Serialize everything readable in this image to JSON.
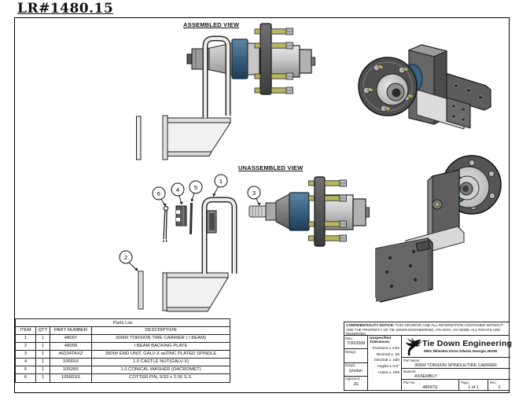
{
  "page": {
    "title": "LR#1480.15"
  },
  "views": {
    "assembled_label": "ASSEMBLED VIEW",
    "unassembled_label": "UNASSEMBLED VIEW"
  },
  "balloons": {
    "b1": "1",
    "b2": "2",
    "b3": "3",
    "b4": "4",
    "b5": "5",
    "b6": "6"
  },
  "parts_list": {
    "title": "Parts List",
    "columns": [
      "ITEM",
      "QTY",
      "PART NUMBER",
      "DESCRIPTION"
    ],
    "rows": [
      {
        "item": "1",
        "qty": "1",
        "part_number": "48097",
        "description": "3000# TORSION TIRE CARRIER ( I BEAM)"
      },
      {
        "item": "2",
        "qty": "1",
        "part_number": "48099",
        "description": "I BEAM BACKING PLATE"
      },
      {
        "item": "3",
        "qty": "1",
        "part_number": "46234TAXZ",
        "description": "3000# END UNIT, GALV-X w/ZINC PLATED SPINDLE"
      },
      {
        "item": "4",
        "qty": "1",
        "part_number": "10665X",
        "description": "1.0 CASTLE NUT(GALV-X)"
      },
      {
        "item": "5",
        "qty": "1",
        "part_number": "10528X",
        "description": "1.0 CONICAL WASHER (DACROMET)"
      },
      {
        "item": "6",
        "qty": "1",
        "part_number": "10560SS",
        "description": "COTTER PIN, 5/32 x 2.00 S.S."
      }
    ]
  },
  "title_block": {
    "notice_bold": "CONFIDENTIALITY NOTICE:",
    "notice_text": " THIS DRAWING AND ALL INFORMATION CONTAINED WITHIN IT ARE THE PROPERTY OF TIE DOWN ENGINEERING, ATLANTA, GA 30336.  ALL RIGHTS ARE RESERVED.",
    "date_label": "Date:",
    "date_value": "7/30/2008",
    "design_label": "Design:",
    "design_value": "",
    "drawn_label": "Drawn:",
    "drawn_value": "lynolan",
    "approved_label": "Approved:",
    "approved_value": "JG",
    "tolerances_title": "Unspecified Tolerances:",
    "tolerances": [
      "Fractions ± 1/32",
      "Decimal ± .06",
      "Decimal ± .020",
      "Angles ± 0.5°",
      "Holes ± .008"
    ],
    "company_name": "Tie Down Engineering",
    "company_address": "5901 Wheaton Drive  Atlanta  Georgia  30336",
    "part_name_label": "Part Name:",
    "part_name": "3000# TORSION SPINDLE/TIRE CARRIER",
    "material_label": "Material:",
    "material": "ASSEMBLY",
    "part_no_label": "Part No:",
    "part_no": "48097G",
    "page_label": "Page:",
    "page": "1 of 1",
    "rev_label": "Rev:",
    "rev": "0"
  },
  "colors": {
    "rubber_blue": "#3a6182",
    "stud_yellow": "#b9b45e",
    "metal_light": "#d6d6d6",
    "metal_dark": "#4f4f4f",
    "line": "#111111"
  }
}
